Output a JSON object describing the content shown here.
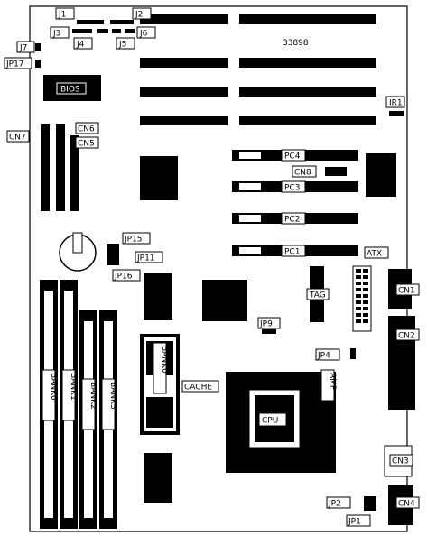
{
  "board_id": "33898",
  "labels": {
    "j1": "J1",
    "j2": "J2",
    "j3": "J3",
    "j4": "J4",
    "j5": "J5",
    "j6": "J6",
    "j7": "J7",
    "jp17": "JP17",
    "bios": "BIOS",
    "ir1": "IR1",
    "cn7": "CN7",
    "cn6": "CN6",
    "cn5": "CN5",
    "cn8": "CN8",
    "pc4": "PC4",
    "pc3": "PC3",
    "pc2": "PC2",
    "pc1": "PC1",
    "jp15": "JP15",
    "jp11": "JP11",
    "jp16": "JP16",
    "atx": "ATX",
    "tag": "TAG",
    "cn1": "CN1",
    "jp9": "JP9",
    "jp4": "JP4",
    "cn2": "CN2",
    "cache": "CACHE",
    "cpu": "CPU",
    "amp": "AMP",
    "cn3": "CN3",
    "jp2": "JP2",
    "cn4": "CN4",
    "jp1": "JP1",
    "bank0": "BANK0",
    "bank1": "BANK1",
    "bank2": "BANK2",
    "bank3": "BANK3"
  }
}
